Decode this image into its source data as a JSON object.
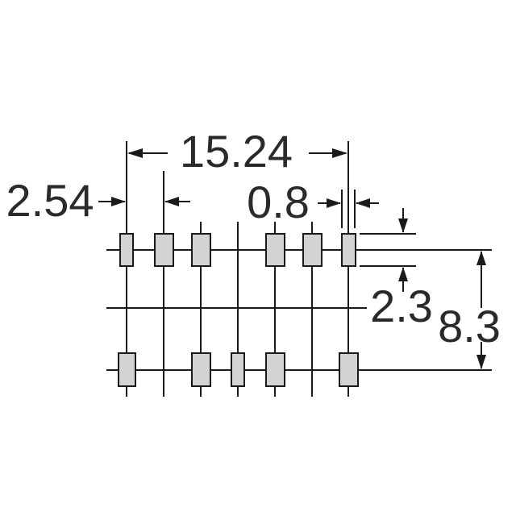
{
  "dimensions": {
    "overall_pitch": "15.24",
    "pin_pitch": "2.54",
    "pad_width": "0.8",
    "pad_length": "2.3",
    "row_spacing": "8.3"
  },
  "colors": {
    "line": "#1a1a1a",
    "pad_fill": "#d3d3d3",
    "text": "#2a2a2a",
    "background": "#ffffff"
  }
}
